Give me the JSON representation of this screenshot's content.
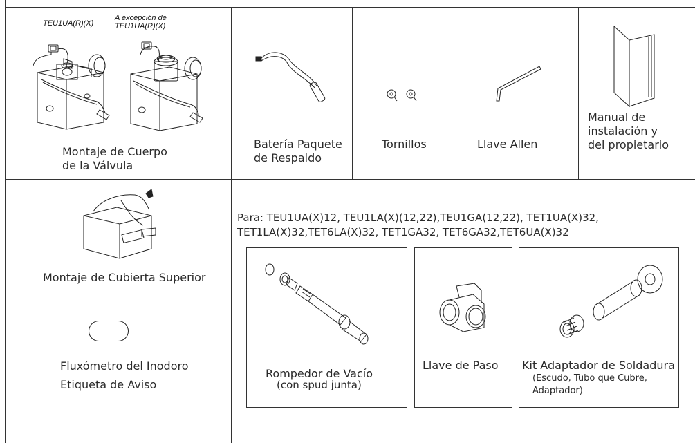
{
  "valve": {
    "label_a": "TEU1UA(R)(X)",
    "label_b_line1": "A excepción de",
    "label_b_line2": "TEU1UA(R)(X)",
    "caption_line1": "Montaje de Cuerpo",
    "caption_line2": "de la Válvula"
  },
  "battery": {
    "line1": "Batería Paquete",
    "line2": "de Respaldo"
  },
  "screws": {
    "label": "Tornillos"
  },
  "allen": {
    "label": "Llave Allen"
  },
  "manual": {
    "line1": "Manual de",
    "line2": "instalación y",
    "line3": "del propietario"
  },
  "cover": {
    "label": "Montaje de Cubierta Superior"
  },
  "warning": {
    "line1": "Fluxómetro del Inodoro",
    "line2": "Etiqueta de Aviso"
  },
  "para": {
    "line1": "Para: TEU1UA(X)12, TEU1LA(X)(12,22),TEU1GA(12,22), TET1UA(X)32,",
    "line2": "TET1LA(X)32,TET6LA(X)32, TET1GA32, TET6GA32,TET6UA(X)32"
  },
  "vacuum": {
    "line1": "Rompedor de Vacío",
    "line2": "(con spud junta)"
  },
  "stopvalve": {
    "label": "Llave de Paso"
  },
  "solder": {
    "title": "Kit Adaptador de Soldadura",
    "line1": "(Escudo, Tubo que Cubre,",
    "line2": "Adaptador)"
  }
}
